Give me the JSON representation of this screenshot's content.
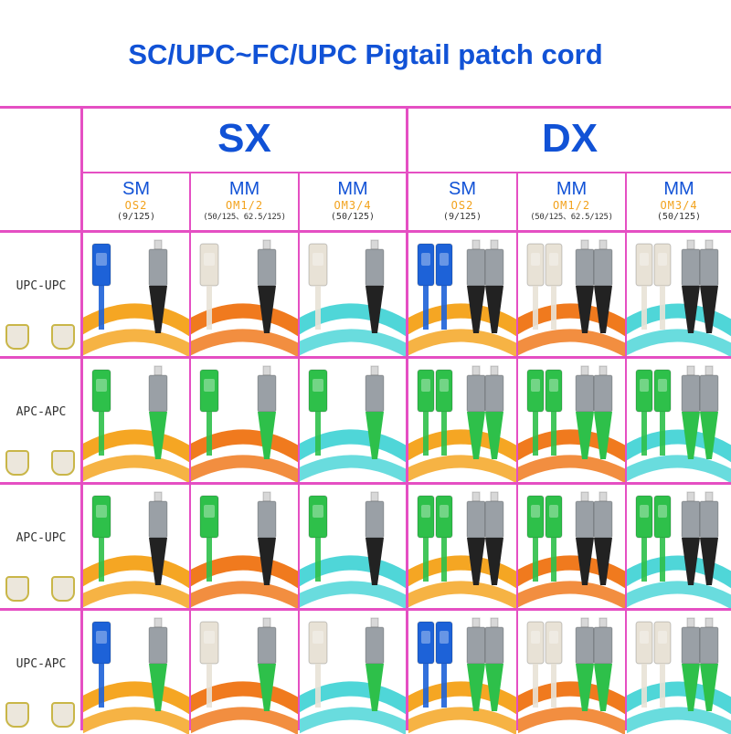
{
  "title": "SC/UPC~FC/UPC Pigtail patch cord",
  "groups": [
    "SX",
    "DX"
  ],
  "subheaders": [
    {
      "type": "SM",
      "grade": "OS2",
      "spec": "(9/125)"
    },
    {
      "type": "MM",
      "grade": "OM1/2",
      "spec": "(50/125、62.5/125)"
    },
    {
      "type": "MM",
      "grade": "OM3/4",
      "spec": "(50/125)"
    },
    {
      "type": "SM",
      "grade": "OS2",
      "spec": "(9/125)"
    },
    {
      "type": "MM",
      "grade": "OM1/2",
      "spec": "(50/125、62.5/125)"
    },
    {
      "type": "MM",
      "grade": "OM3/4",
      "spec": "(50/125)"
    }
  ],
  "rows": [
    "UPC-UPC",
    "APC-APC",
    "APC-UPC",
    "UPC-APC"
  ],
  "colors": {
    "border": "#e54fc3",
    "title": "#1152d6",
    "grade": "#f2a21c",
    "sm_cable": "#f5a623",
    "om12_cable": "#f07a1e",
    "om34_cable": "#4fd6d8",
    "upc_blue": "#1d62d8",
    "apc_green": "#2ec04a",
    "mm_beige": "#e8e2d6",
    "fc_metal": "#9aa0a6"
  }
}
